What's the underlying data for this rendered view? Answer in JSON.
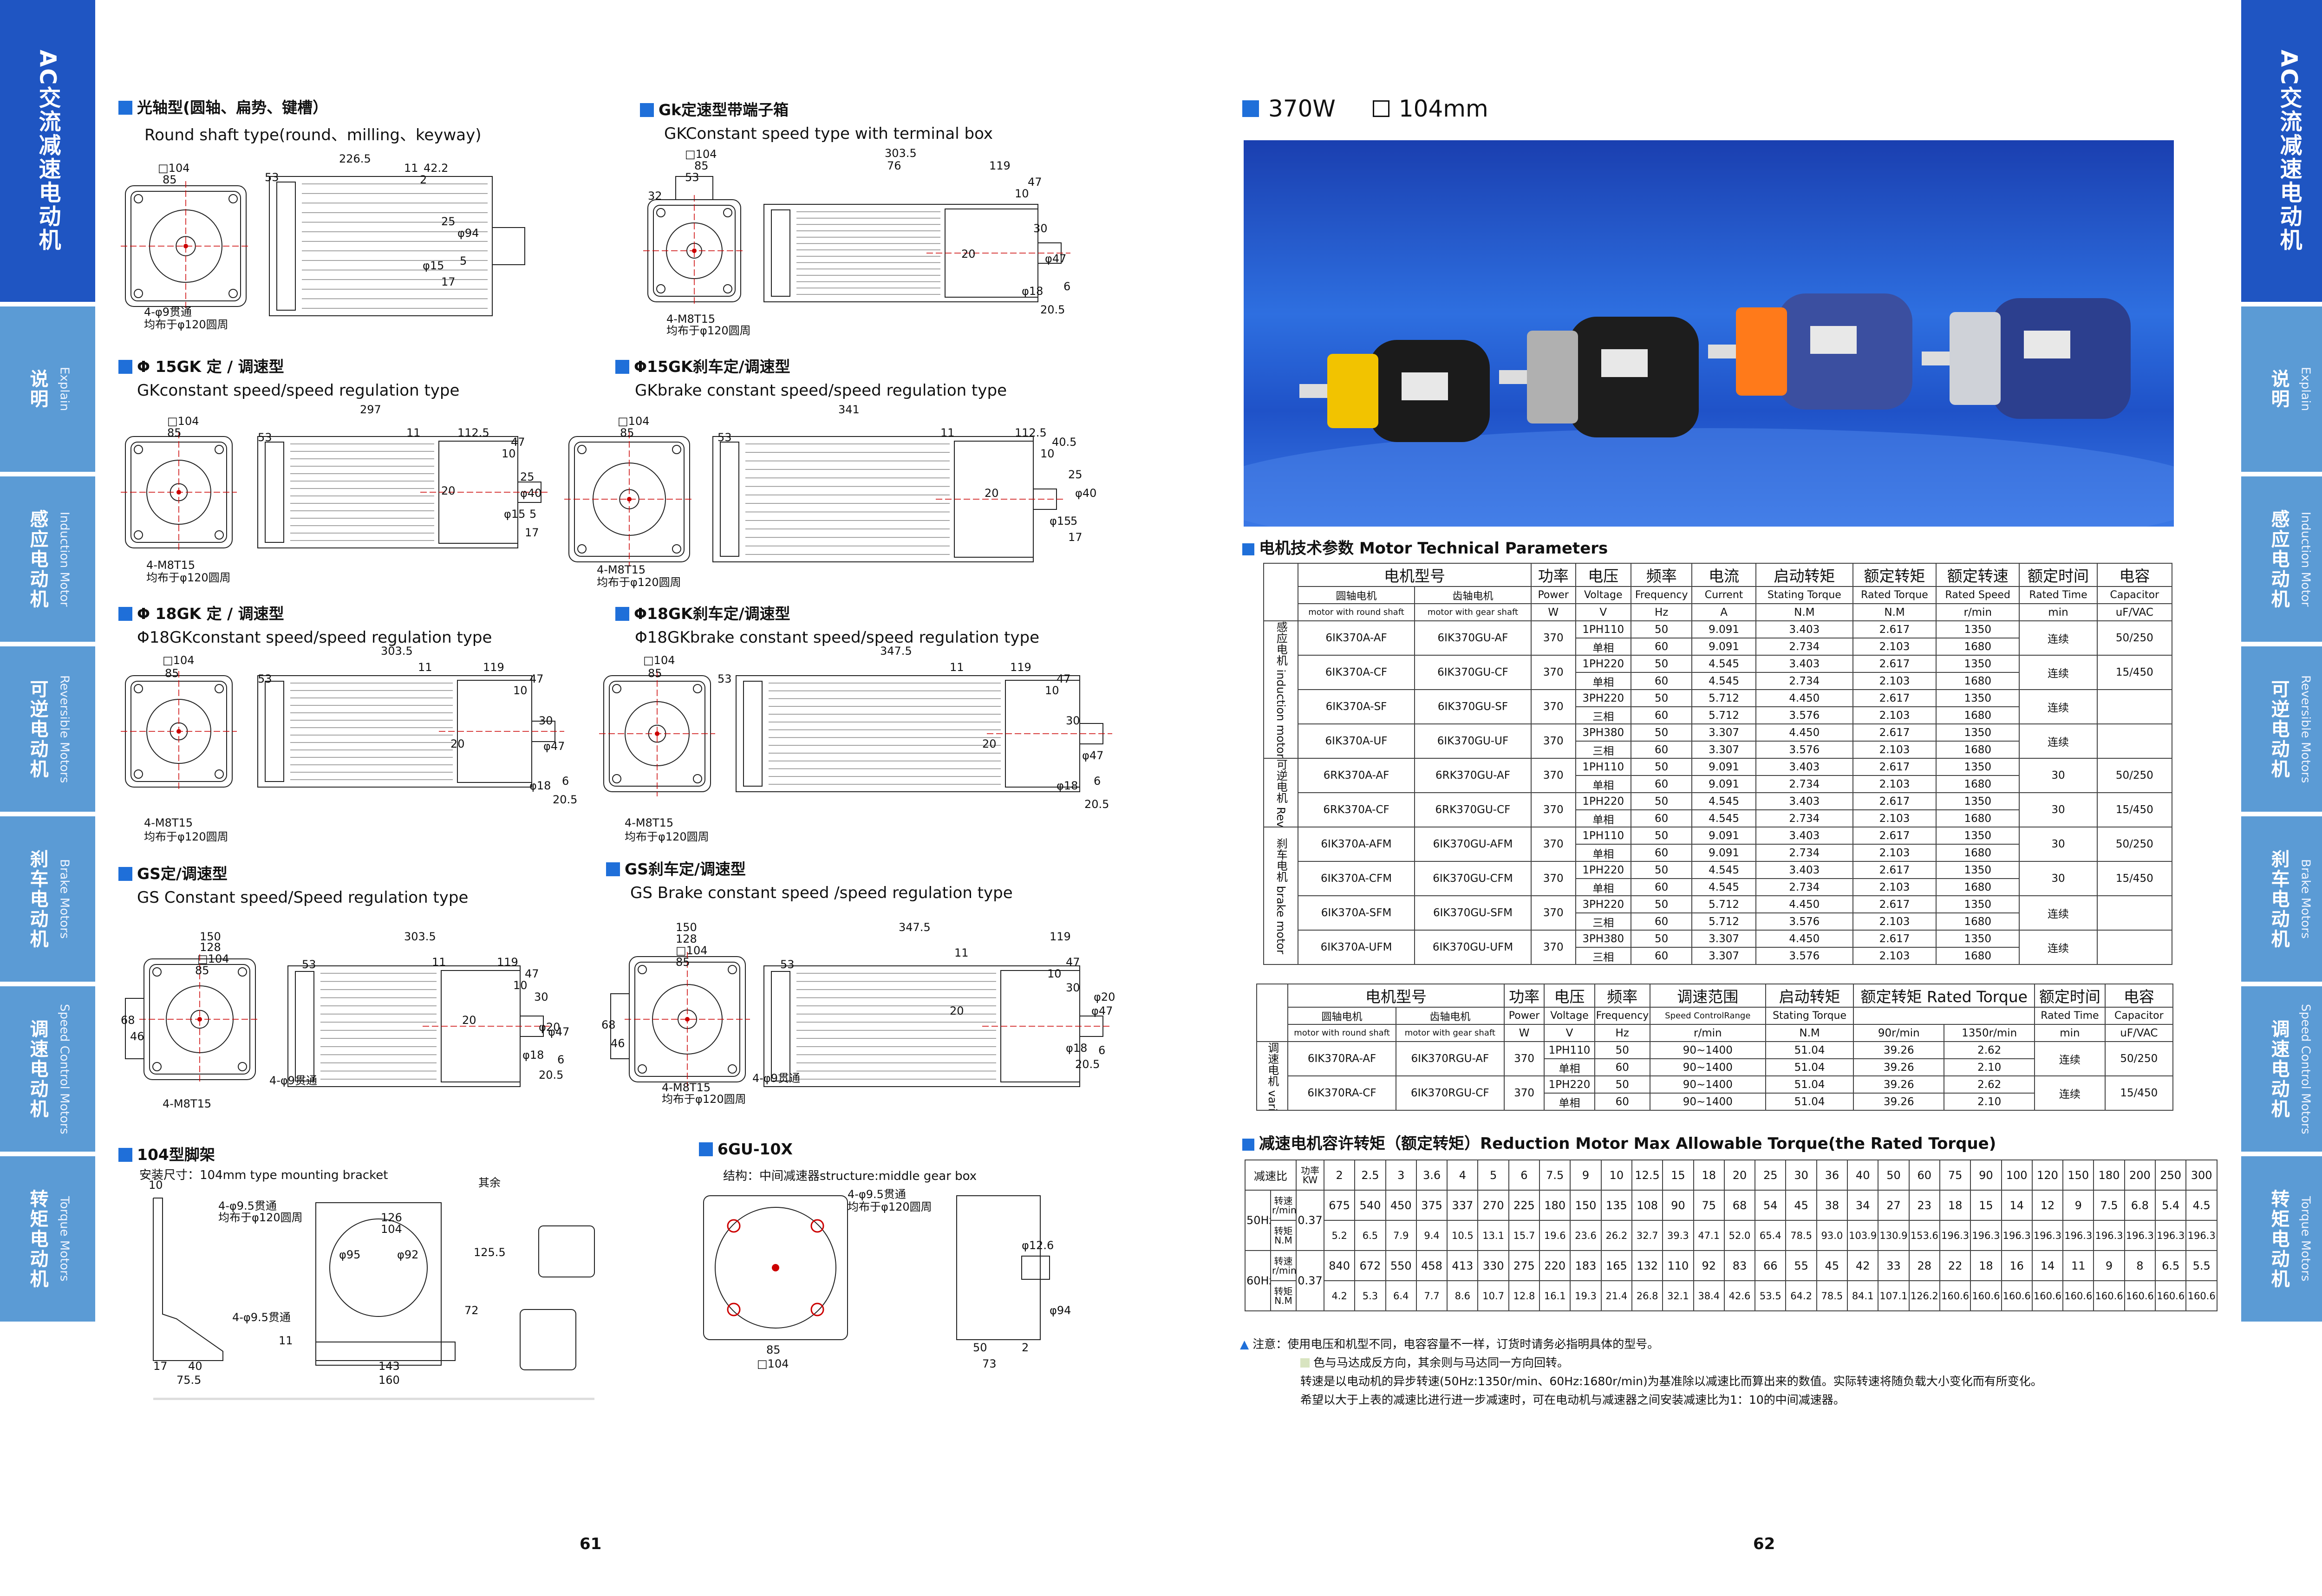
{
  "left_tabs": [
    {
      "cn": "AC交流减速电动机",
      "en": "",
      "active": true
    },
    {
      "cn": "说明",
      "en": "Explain"
    },
    {
      "cn": "感应电动机",
      "en": "Induction Motor"
    },
    {
      "cn": "可逆电动机",
      "en": "Reversible Motors"
    },
    {
      "cn": "刹车电动机",
      "en": "Brake Motors"
    },
    {
      "cn": "调速电动机",
      "en": "Speed Control Motors"
    },
    {
      "cn": "转矩电动机",
      "en": "Torque Motors"
    }
  ],
  "sections": [
    {
      "t1": "光轴型(圆轴、扁势、键槽）",
      "t2": "Round shaft type(round、milling、keyway)"
    },
    {
      "t1": "Gk定速型带端子箱",
      "t2": "GKConstant speed type with terminal box"
    },
    {
      "t1": "Φ 15GK 定 / 调速型",
      "t2": "GKconstant speed/speed regulation type"
    },
    {
      "t1": "Φ15GK刹车定/调速型",
      "t2": "GKbrake constant speed/speed regulation type"
    },
    {
      "t1": "Φ 18GK 定 / 调速型",
      "t2": "Φ18GKconstant speed/speed regulation type"
    },
    {
      "t1": "Φ18GK刹车定/调速型",
      "t2": "Φ18GKbrake constant speed/speed regulation type"
    },
    {
      "t1": "GS定/调速型",
      "t2": "GS Constant speed/Speed regulation type"
    },
    {
      "t1": "GS刹车定/调速型",
      "t2": "GS Brake constant speed /speed regulation type"
    },
    {
      "t1": "104型脚架",
      "t2": "安装尺寸：104mm type mounting bracket"
    },
    {
      "t1": "6GU-10X",
      "t2": "结构：中间减速器structure:middle gear box"
    }
  ],
  "dims": {
    "d1": [
      "□104",
      "85",
      "53",
      "226.5",
      "11",
      "42.2",
      "2",
      "25",
      "φ94",
      "φ15",
      "5",
      "17",
      "4-φ9贯通",
      "均布于φ120圆周"
    ],
    "d2": [
      "□104",
      "85",
      "53",
      "32",
      "303.5",
      "76",
      "119",
      "47",
      "10",
      "30",
      "φ47",
      "20",
      "φ18",
      "6",
      "20.5",
      "4-M8T15",
      "均布于φ120圆周"
    ],
    "d3": [
      "□104",
      "85",
      "53",
      "297",
      "11",
      "112.5",
      "47",
      "10",
      "25",
      "20",
      "φ40",
      "φ15",
      "5",
      "17",
      "4-M8T15",
      "均布于φ120圆周"
    ],
    "d4": [
      "□104",
      "85",
      "53",
      "341",
      "11",
      "112.5",
      "40.5",
      "10",
      "25",
      "20",
      "φ40",
      "φ15",
      "5",
      "17",
      "4-M8T15",
      "均布于φ120圆周"
    ],
    "d5": [
      "□104",
      "85",
      "53",
      "303.5",
      "11",
      "119",
      "47",
      "10",
      "30",
      "20",
      "φ47",
      "φ18",
      "6",
      "20.5",
      "4-M8T15",
      "均布于φ120圆周"
    ],
    "d6": [
      "□104",
      "85",
      "53",
      "347.5",
      "11",
      "119",
      "47",
      "10",
      "30",
      "20",
      "φ47",
      "φ18",
      "6",
      "20.5",
      "4-M8T15",
      "均布于φ120圆周"
    ],
    "d7": [
      "150",
      "128",
      "□104",
      "85",
      "53",
      "303.5",
      "11",
      "119",
      "47",
      "10",
      "30",
      "68",
      "46",
      "φ20",
      "φ47",
      "20",
      "φ18",
      "6",
      "20.5",
      "4-M8T15",
      "4-φ9贯通"
    ],
    "d8": [
      "150",
      "128",
      "□104",
      "85",
      "53",
      "347.5",
      "11",
      "119",
      "47",
      "10",
      "30",
      "68",
      "46",
      "φ20",
      "φ47",
      "20",
      "φ18",
      "6",
      "20.5",
      "4-M8T15",
      "4-φ9贯通",
      "均布于φ120圆周"
    ],
    "d9": [
      "10",
      "126",
      "104",
      "4-φ9.5贯通",
      "均布于φ120圆周",
      "φ95",
      "φ92",
      "125.5",
      "72",
      "4-φ9.5贯通",
      "11",
      "17",
      "40",
      "75.5",
      "143",
      "160",
      "其余"
    ],
    "d10": [
      "4-φ9.5贯通",
      "均布于φ120圆周",
      "φ12.6",
      "φ94",
      "85",
      "□104",
      "50",
      "2",
      "73"
    ]
  },
  "right_tabs": [
    {
      "cn": "AC交流减速电动机",
      "en": "",
      "active": true
    },
    {
      "cn": "说明",
      "en": "Explain"
    },
    {
      "cn": "感应电动机",
      "en": "Induction Motor"
    },
    {
      "cn": "可逆电动机",
      "en": "Reversible Motors"
    },
    {
      "cn": "刹车电动机",
      "en": "Brake Motors"
    },
    {
      "cn": "调速电动机",
      "en": "Speed Control Motors"
    },
    {
      "cn": "转矩电动机",
      "en": "Torque Motors"
    }
  ],
  "header": {
    "power": "370W",
    "size": "104mm"
  },
  "params_title": "电机技术参数  Motor Technical Parameters",
  "t1": {
    "h1": [
      "电机型号",
      "功率",
      "电压",
      "频率",
      "电流",
      "启动转矩",
      "额定转矩",
      "额定转速",
      "额定时间",
      "电容"
    ],
    "h2": [
      "圆轴电机",
      "齿轴电机",
      "Power",
      "Voltage",
      "Frequency",
      "Current",
      "Stating  Torque",
      "Rated Torque",
      "Rated Speed",
      "Rated Time",
      "Capacitor"
    ],
    "h3": [
      "motor with round shaft",
      "motor with gear shaft",
      "W",
      "V",
      "Hz",
      "A",
      "N.M",
      "N.M",
      "r/min",
      "min",
      "uF/VAC"
    ],
    "groups": [
      {
        "label": "感应电机 induction motor",
        "models": [
          {
            "a": "6IK370A-AF",
            "b": "6IK370GU-AF",
            "p": "370",
            "rows": [
              [
                "1PH110",
                "50",
                "9.091",
                "3.403",
                "2.617",
                "1350"
              ],
              [
                "单相",
                "60",
                "9.091",
                "2.734",
                "2.103",
                "1680"
              ]
            ],
            "t": "连续",
            "c": "50/250"
          },
          {
            "a": "6IK370A-CF",
            "b": "6IK370GU-CF",
            "p": "370",
            "rows": [
              [
                "1PH220",
                "50",
                "4.545",
                "3.403",
                "2.617",
                "1350"
              ],
              [
                "单相",
                "60",
                "4.545",
                "2.734",
                "2.103",
                "1680"
              ]
            ],
            "t": "连续",
            "c": "15/450"
          },
          {
            "a": "6IK370A-SF",
            "b": "6IK370GU-SF",
            "p": "370",
            "rows": [
              [
                "3PH220",
                "50",
                "5.712",
                "4.450",
                "2.617",
                "1350"
              ],
              [
                "三相",
                "60",
                "5.712",
                "3.576",
                "2.103",
                "1680"
              ]
            ],
            "t": "连续",
            "c": ""
          },
          {
            "a": "6IK370A-UF",
            "b": "6IK370GU-UF",
            "p": "370",
            "rows": [
              [
                "3PH380",
                "50",
                "3.307",
                "4.450",
                "2.617",
                "1350"
              ],
              [
                "三相",
                "60",
                "3.307",
                "3.576",
                "2.103",
                "1680"
              ]
            ],
            "t": "连续",
            "c": ""
          }
        ]
      },
      {
        "label": "可逆电机 Reversiblemotor",
        "models": [
          {
            "a": "6RK370A-AF",
            "b": "6RK370GU-AF",
            "p": "370",
            "rows": [
              [
                "1PH110",
                "50",
                "9.091",
                "3.403",
                "2.617",
                "1350"
              ],
              [
                "单相",
                "60",
                "9.091",
                "2.734",
                "2.103",
                "1680"
              ]
            ],
            "t": "30",
            "c": "50/250"
          },
          {
            "a": "6RK370A-CF",
            "b": "6RK370GU-CF",
            "p": "370",
            "rows": [
              [
                "1PH220",
                "50",
                "4.545",
                "3.403",
                "2.617",
                "1350"
              ],
              [
                "单相",
                "60",
                "4.545",
                "2.734",
                "2.103",
                "1680"
              ]
            ],
            "t": "30",
            "c": "15/450"
          }
        ]
      },
      {
        "label": "刹车电机 brake motor",
        "models": [
          {
            "a": "6IK370A-AFM",
            "b": "6IK370GU-AFM",
            "p": "370",
            "rows": [
              [
                "1PH110",
                "50",
                "9.091",
                "3.403",
                "2.617",
                "1350"
              ],
              [
                "单相",
                "60",
                "9.091",
                "2.734",
                "2.103",
                "1680"
              ]
            ],
            "t": "30",
            "c": "50/250"
          },
          {
            "a": "6IK370A-CFM",
            "b": "6IK370GU-CFM",
            "p": "370",
            "rows": [
              [
                "1PH220",
                "50",
                "4.545",
                "3.403",
                "2.617",
                "1350"
              ],
              [
                "单相",
                "60",
                "4.545",
                "2.734",
                "2.103",
                "1680"
              ]
            ],
            "t": "30",
            "c": "15/450"
          },
          {
            "a": "6IK370A-SFM",
            "b": "6IK370GU-SFM",
            "p": "370",
            "rows": [
              [
                "3PH220",
                "50",
                "5.712",
                "4.450",
                "2.617",
                "1350"
              ],
              [
                "三相",
                "60",
                "5.712",
                "3.576",
                "2.103",
                "1680"
              ]
            ],
            "t": "连续",
            "c": ""
          },
          {
            "a": "6IK370A-UFM",
            "b": "6IK370GU-UFM",
            "p": "370",
            "rows": [
              [
                "3PH380",
                "50",
                "3.307",
                "4.450",
                "2.617",
                "1350"
              ],
              [
                "三相",
                "60",
                "3.307",
                "3.576",
                "2.103",
                "1680"
              ]
            ],
            "t": "连续",
            "c": ""
          }
        ]
      }
    ]
  },
  "t2": {
    "h1": [
      "电机型号",
      "功率",
      "电压",
      "频率",
      "调速范围",
      "启动转矩",
      "额定转矩 Rated Torque",
      "额定时间",
      "电容"
    ],
    "h2": [
      "圆轴电机",
      "齿轴电机",
      "Power",
      "Voltage",
      "Frequency",
      "Speed ControlRange",
      "Stating  Torque",
      "Rated Time",
      "Capacitor"
    ],
    "h3": [
      "motor with round shaft",
      "motor with gear shaft",
      "W",
      "V",
      "Hz",
      "r/min",
      "N.M",
      "90r/min",
      "1350r/min",
      "min",
      "uF/VAC"
    ],
    "label": "调速电机 variable motor",
    "models": [
      {
        "a": "6IK370RA-AF",
        "b": "6IK370RGU-AF",
        "p": "370",
        "rows": [
          [
            "1PH110",
            "50",
            "90~1400",
            "51.04",
            "39.26",
            "2.62"
          ],
          [
            "单相",
            "60",
            "90~1400",
            "51.04",
            "39.26",
            "2.10"
          ]
        ],
        "t": "连续",
        "c": "50/250"
      },
      {
        "a": "6IK370RA-CF",
        "b": "6IK370RGU-CF",
        "p": "370",
        "rows": [
          [
            "1PH220",
            "50",
            "90~1400",
            "51.04",
            "39.26",
            "2.62"
          ],
          [
            "单相",
            "60",
            "90~1400",
            "51.04",
            "39.26",
            "2.10"
          ]
        ],
        "t": "连续",
        "c": "15/450"
      }
    ]
  },
  "torque_title": "减速电机容许转矩（额定转矩）Reduction Motor Max Allowable Torque(the Rated Torque)",
  "t3": {
    "ratio_label": "减速比",
    "kw_label": "功率KW",
    "ratios": [
      "2",
      "2.5",
      "3",
      "3.6",
      "4",
      "5",
      "6",
      "7.5",
      "9",
      "10",
      "12.5",
      "15",
      "18",
      "20",
      "25",
      "30",
      "36",
      "40",
      "50",
      "60",
      "75",
      "90",
      "100",
      "120",
      "150",
      "180",
      "200",
      "250",
      "300"
    ],
    "blocks": [
      {
        "hz": "50Hz",
        "kw": "0.37",
        "speed_label": "转速r/min",
        "torque_label": "转矩N.M",
        "speed": [
          "675",
          "540",
          "450",
          "375",
          "337",
          "270",
          "225",
          "180",
          "150",
          "135",
          "108",
          "90",
          "75",
          "68",
          "54",
          "45",
          "38",
          "34",
          "27",
          "23",
          "18",
          "15",
          "14",
          "12",
          "9",
          "7.5",
          "6.8",
          "5.4",
          "4.5"
        ],
        "torque": [
          "5.2",
          "6.5",
          "7.9",
          "9.4",
          "10.5",
          "13.1",
          "15.7",
          "19.6",
          "23.6",
          "26.2",
          "32.7",
          "39.3",
          "47.1",
          "52.0",
          "65.4",
          "78.5",
          "93.0",
          "103.9",
          "130.9",
          "153.6",
          "196.3",
          "196.3",
          "196.3",
          "196.3",
          "196.3",
          "196.3",
          "196.3",
          "196.3",
          "196.3"
        ]
      },
      {
        "hz": "60Hz",
        "kw": "0.37",
        "speed_label": "转速r/min",
        "torque_label": "转矩N.M",
        "speed": [
          "840",
          "672",
          "550",
          "458",
          "413",
          "330",
          "275",
          "220",
          "183",
          "165",
          "132",
          "110",
          "92",
          "83",
          "66",
          "55",
          "45",
          "42",
          "33",
          "28",
          "22",
          "18",
          "16",
          "14",
          "11",
          "9",
          "8",
          "6.5",
          "5.5"
        ],
        "torque": [
          "4.2",
          "5.3",
          "6.4",
          "7.7",
          "8.6",
          "10.7",
          "12.8",
          "16.1",
          "19.3",
          "21.4",
          "26.8",
          "32.1",
          "38.4",
          "42.6",
          "53.5",
          "64.2",
          "78.5",
          "84.1",
          "107.1",
          "126.2",
          "160.6",
          "160.6",
          "160.6",
          "160.6",
          "160.6",
          "160.6",
          "160.6",
          "160.6",
          "160.6"
        ]
      }
    ]
  },
  "notes": [
    "注意：使用电压和机型不同，电容容量不一样，订货时请务必指明具体的型号。",
    "色与马达成反方向，其余则与马达同一方向回转。",
    "转速是以电动机的异步转速(50Hz:1350r/min、60Hz:1680r/min)为基准除以减速比而算出来的数值。实际转速将随负载大小变化而有所变化。",
    "希望以大于上表的减速比进行进一步减速时，可在电动机与减速器之间安装减速比为1：10的中间减速器。"
  ],
  "page_left": "61",
  "page_right": "62"
}
